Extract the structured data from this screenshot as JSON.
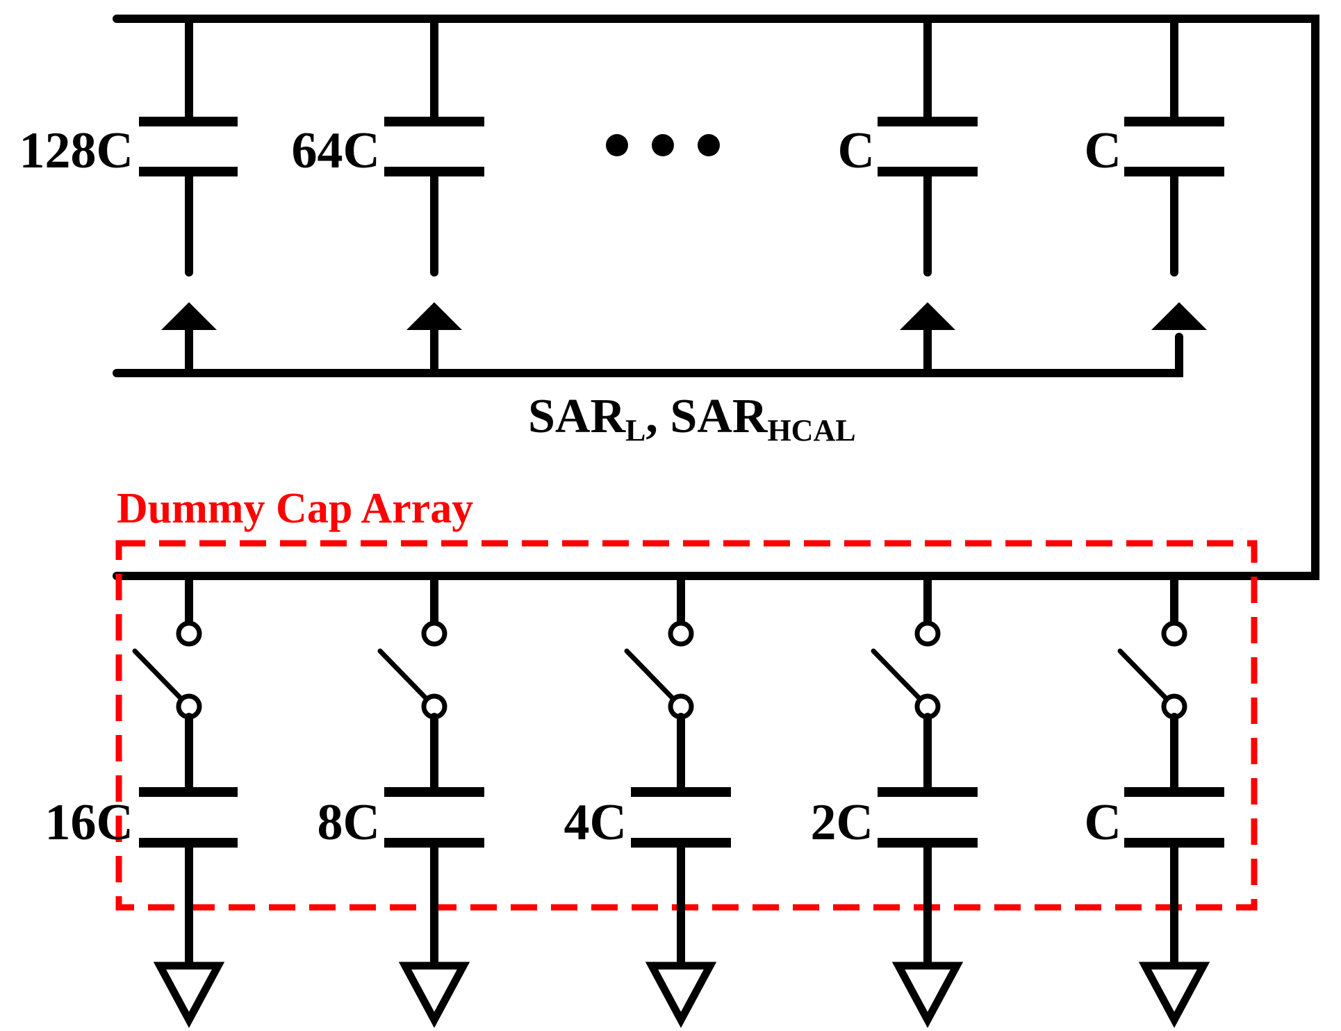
{
  "top_array": {
    "capacitors": [
      "128C",
      "64C",
      "C",
      "C"
    ],
    "ellipsis": "• • •"
  },
  "control_bus": {
    "label_parts": [
      {
        "text": "SAR",
        "sub": "L"
      },
      {
        "text": ", SAR",
        "sub": "HCAL"
      }
    ]
  },
  "dummy_array": {
    "title": "Dummy Cap Array",
    "capacitors": [
      "16C",
      "8C",
      "4C",
      "2C",
      "C"
    ]
  },
  "colors": {
    "wire": "#000000",
    "dummy_box": "#ff0000"
  }
}
